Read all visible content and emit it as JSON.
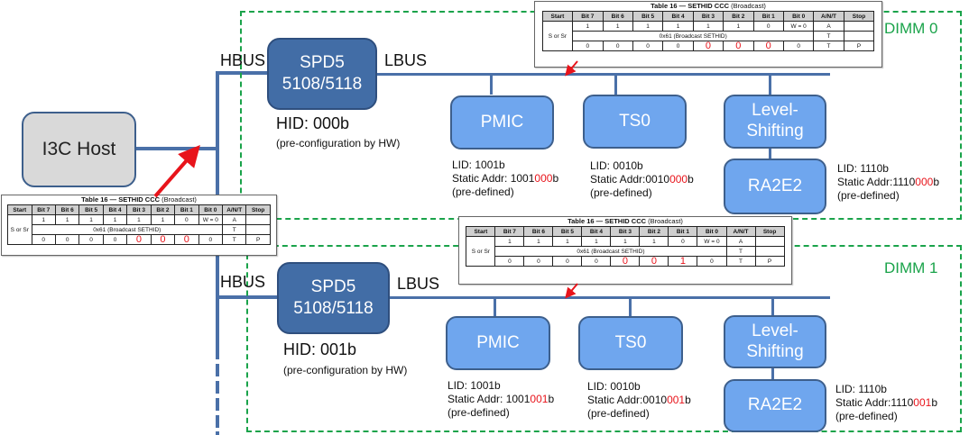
{
  "host": {
    "label": "I3C Host"
  },
  "colors": {
    "bus": "#4a70a8",
    "host_fill": "#d9d9d9",
    "spd_fill": "#426da6",
    "device_fill": "#6fa6ee",
    "dimm_border": "#1aa34a",
    "highlight": "#e8141b"
  },
  "dimms": [
    {
      "label": "DIMM 0",
      "hbus_label": "HBUS",
      "lbus_label": "LBUS",
      "spd": {
        "line1": "SPD5",
        "line2": "5108/5118"
      },
      "hid": "HID: 000b",
      "hid_note": "(pre-configuration by HW)",
      "devices": [
        {
          "name": "PMIC",
          "lid": "LID: 1001b",
          "addr_prefix": "Static Addr: 1001",
          "addr_hid": "000",
          "addr_suffix": "b",
          "note": "(pre-defined)"
        },
        {
          "name": "TS0",
          "lid": "LID: 0010b",
          "addr_prefix": "Static Addr:0010",
          "addr_hid": "000",
          "addr_suffix": "b",
          "note": "(pre-defined)"
        },
        {
          "name_line1": "Level-",
          "name_line2": "Shifting"
        },
        {
          "name": "RA2E2",
          "lid": "LID: 1110b",
          "addr_prefix": "Static Addr:1110",
          "addr_hid": "000",
          "addr_suffix": "b",
          "note": "(pre-defined)"
        }
      ]
    },
    {
      "label": "DIMM 1",
      "hbus_label": "HBUS",
      "lbus_label": "LBUS",
      "spd": {
        "line1": "SPD5",
        "line2": "5108/5118"
      },
      "hid": "HID: 001b",
      "hid_note": "(pre-configuration by HW)",
      "devices": [
        {
          "name": "PMIC",
          "lid": "LID: 1001b",
          "addr_prefix": "Static Addr: 1001",
          "addr_hid": "001",
          "addr_suffix": "b",
          "note": "(pre-defined)"
        },
        {
          "name": "TS0",
          "lid": "LID: 0010b",
          "addr_prefix": "Static Addr:0010",
          "addr_hid": "001",
          "addr_suffix": "b",
          "note": "(pre-defined)"
        },
        {
          "name_line1": "Level-",
          "name_line2": "Shifting"
        },
        {
          "name": "RA2E2",
          "lid": "LID: 1110b",
          "addr_prefix": "Static Addr:1110",
          "addr_hid": "001",
          "addr_suffix": "b",
          "note": "(pre-defined)"
        }
      ]
    }
  ],
  "tables": [
    {
      "id": "host",
      "title_bold": "Table 16 — SETHID CCC",
      "title_rest": " (Broadcast)",
      "headers": [
        "Start",
        "Bit 7",
        "Bit 6",
        "Bit 5",
        "Bit 4",
        "Bit 3",
        "Bit 2",
        "Bit 1",
        "Bit 0",
        "A/N/T",
        "Stop"
      ],
      "start_label": "S or Sr",
      "row1": [
        "1",
        "1",
        "1",
        "1",
        "1",
        "1",
        "0",
        "W = 0",
        "A",
        ""
      ],
      "row2_text": "0x61 (Broadcast SETHID)",
      "row2_ant": "T",
      "row3": [
        "0",
        "0",
        "0",
        "0",
        "0",
        "0",
        "0",
        "0",
        "T",
        "P"
      ]
    },
    {
      "id": "dimm0",
      "title_bold": "Table 16 — SETHID CCC",
      "title_rest": " (Broadcast)",
      "headers": [
        "Start",
        "Bit 7",
        "Bit 6",
        "Bit 5",
        "Bit 4",
        "Bit 3",
        "Bit 2",
        "Bit 1",
        "Bit 0",
        "A/N/T",
        "Stop"
      ],
      "start_label": "S or Sr",
      "row1": [
        "1",
        "1",
        "1",
        "1",
        "1",
        "1",
        "0",
        "W = 0",
        "A",
        ""
      ],
      "row2_text": "0x61 (Broadcast SETHID)",
      "row2_ant": "T",
      "row3": [
        "0",
        "0",
        "0",
        "0",
        "0",
        "0",
        "0",
        "0",
        "T",
        "P"
      ]
    },
    {
      "id": "dimm1",
      "title_bold": "Table 16 — SETHID CCC",
      "title_rest": " (Broadcast)",
      "headers": [
        "Start",
        "Bit 7",
        "Bit 6",
        "Bit 5",
        "Bit 4",
        "Bit 3",
        "Bit 2",
        "Bit 1",
        "Bit 0",
        "A/N/T",
        "Stop"
      ],
      "start_label": "S or Sr",
      "row1": [
        "1",
        "1",
        "1",
        "1",
        "1",
        "1",
        "0",
        "W = 0",
        "A",
        ""
      ],
      "row2_text": "0x61 (Broadcast SETHID)",
      "row2_ant": "T",
      "row3": [
        "0",
        "0",
        "0",
        "0",
        "0",
        "0",
        "1",
        "0",
        "T",
        "P"
      ]
    }
  ]
}
